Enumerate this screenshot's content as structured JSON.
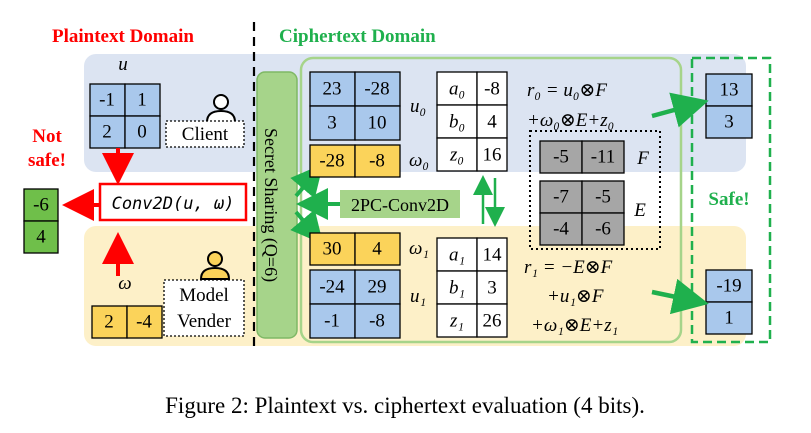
{
  "labels": {
    "plaintext_domain": "Plaintext Domain",
    "ciphertext_domain": "Ciphertext Domain",
    "not_safe_line1": "Not",
    "not_safe_line2": "safe!",
    "safe": "Safe!",
    "client": "Client",
    "model_line1": "Model",
    "model_line2": "Vender",
    "secret_sharing": "Secret Sharing (Q=6)",
    "conv2d": "Conv2D(u, ω)",
    "twopc": "2PC-Conv2D",
    "u_sym": "u",
    "omega_sym": "ω",
    "u0": "u₀",
    "w0": "ω₀",
    "w1": "ω₁",
    "u1": "u₁",
    "F": "F",
    "E": "E",
    "r0_line1": "r₀ = u₀⊗F",
    "r0_line2": "+ω₀⊗E+z₀",
    "r1_line1": "r₁ = −E⊗F",
    "r1_line2": "+u₁⊗F",
    "r1_line3": "+ω₁⊗E+z₁",
    "caption": "Figure 2: Plaintext vs. ciphertext evaluation (4 bits)."
  },
  "values": {
    "u": [
      "-1",
      "1",
      "2",
      "0"
    ],
    "omega": [
      "2",
      "-4"
    ],
    "result": [
      "-6",
      "4"
    ],
    "u0": [
      "23",
      "-28",
      "3",
      "10"
    ],
    "w0": [
      "-28",
      "-8"
    ],
    "a0b0z0_sym": [
      "a₀",
      "b₀",
      "z₀"
    ],
    "a0b0z0_val": [
      "-8",
      "4",
      "16"
    ],
    "F": [
      "-5",
      "-11"
    ],
    "E": [
      "-7",
      "-5",
      "-4",
      "-6"
    ],
    "w1": [
      "30",
      "4"
    ],
    "u1": [
      "-24",
      "29",
      "-1",
      "-8"
    ],
    "a1b1z1_sym": [
      "a₁",
      "b₁",
      "z₁"
    ],
    "a1b1z1_val": [
      "14",
      "3",
      "26"
    ],
    "r0": [
      "13",
      "3"
    ],
    "r1": [
      "-19",
      "1"
    ]
  },
  "colors": {
    "blue_region": "#dce4f2",
    "yellow_region": "#fdf0c8",
    "blue_cell": "#a9c8ec",
    "yellow_cell": "#fbd35a",
    "green_cell": "#6fbf4a",
    "gray_cell": "#a6a6a6",
    "red": "#ff0000",
    "green": "#1fb04d",
    "secret_box": "#a6d48a"
  }
}
